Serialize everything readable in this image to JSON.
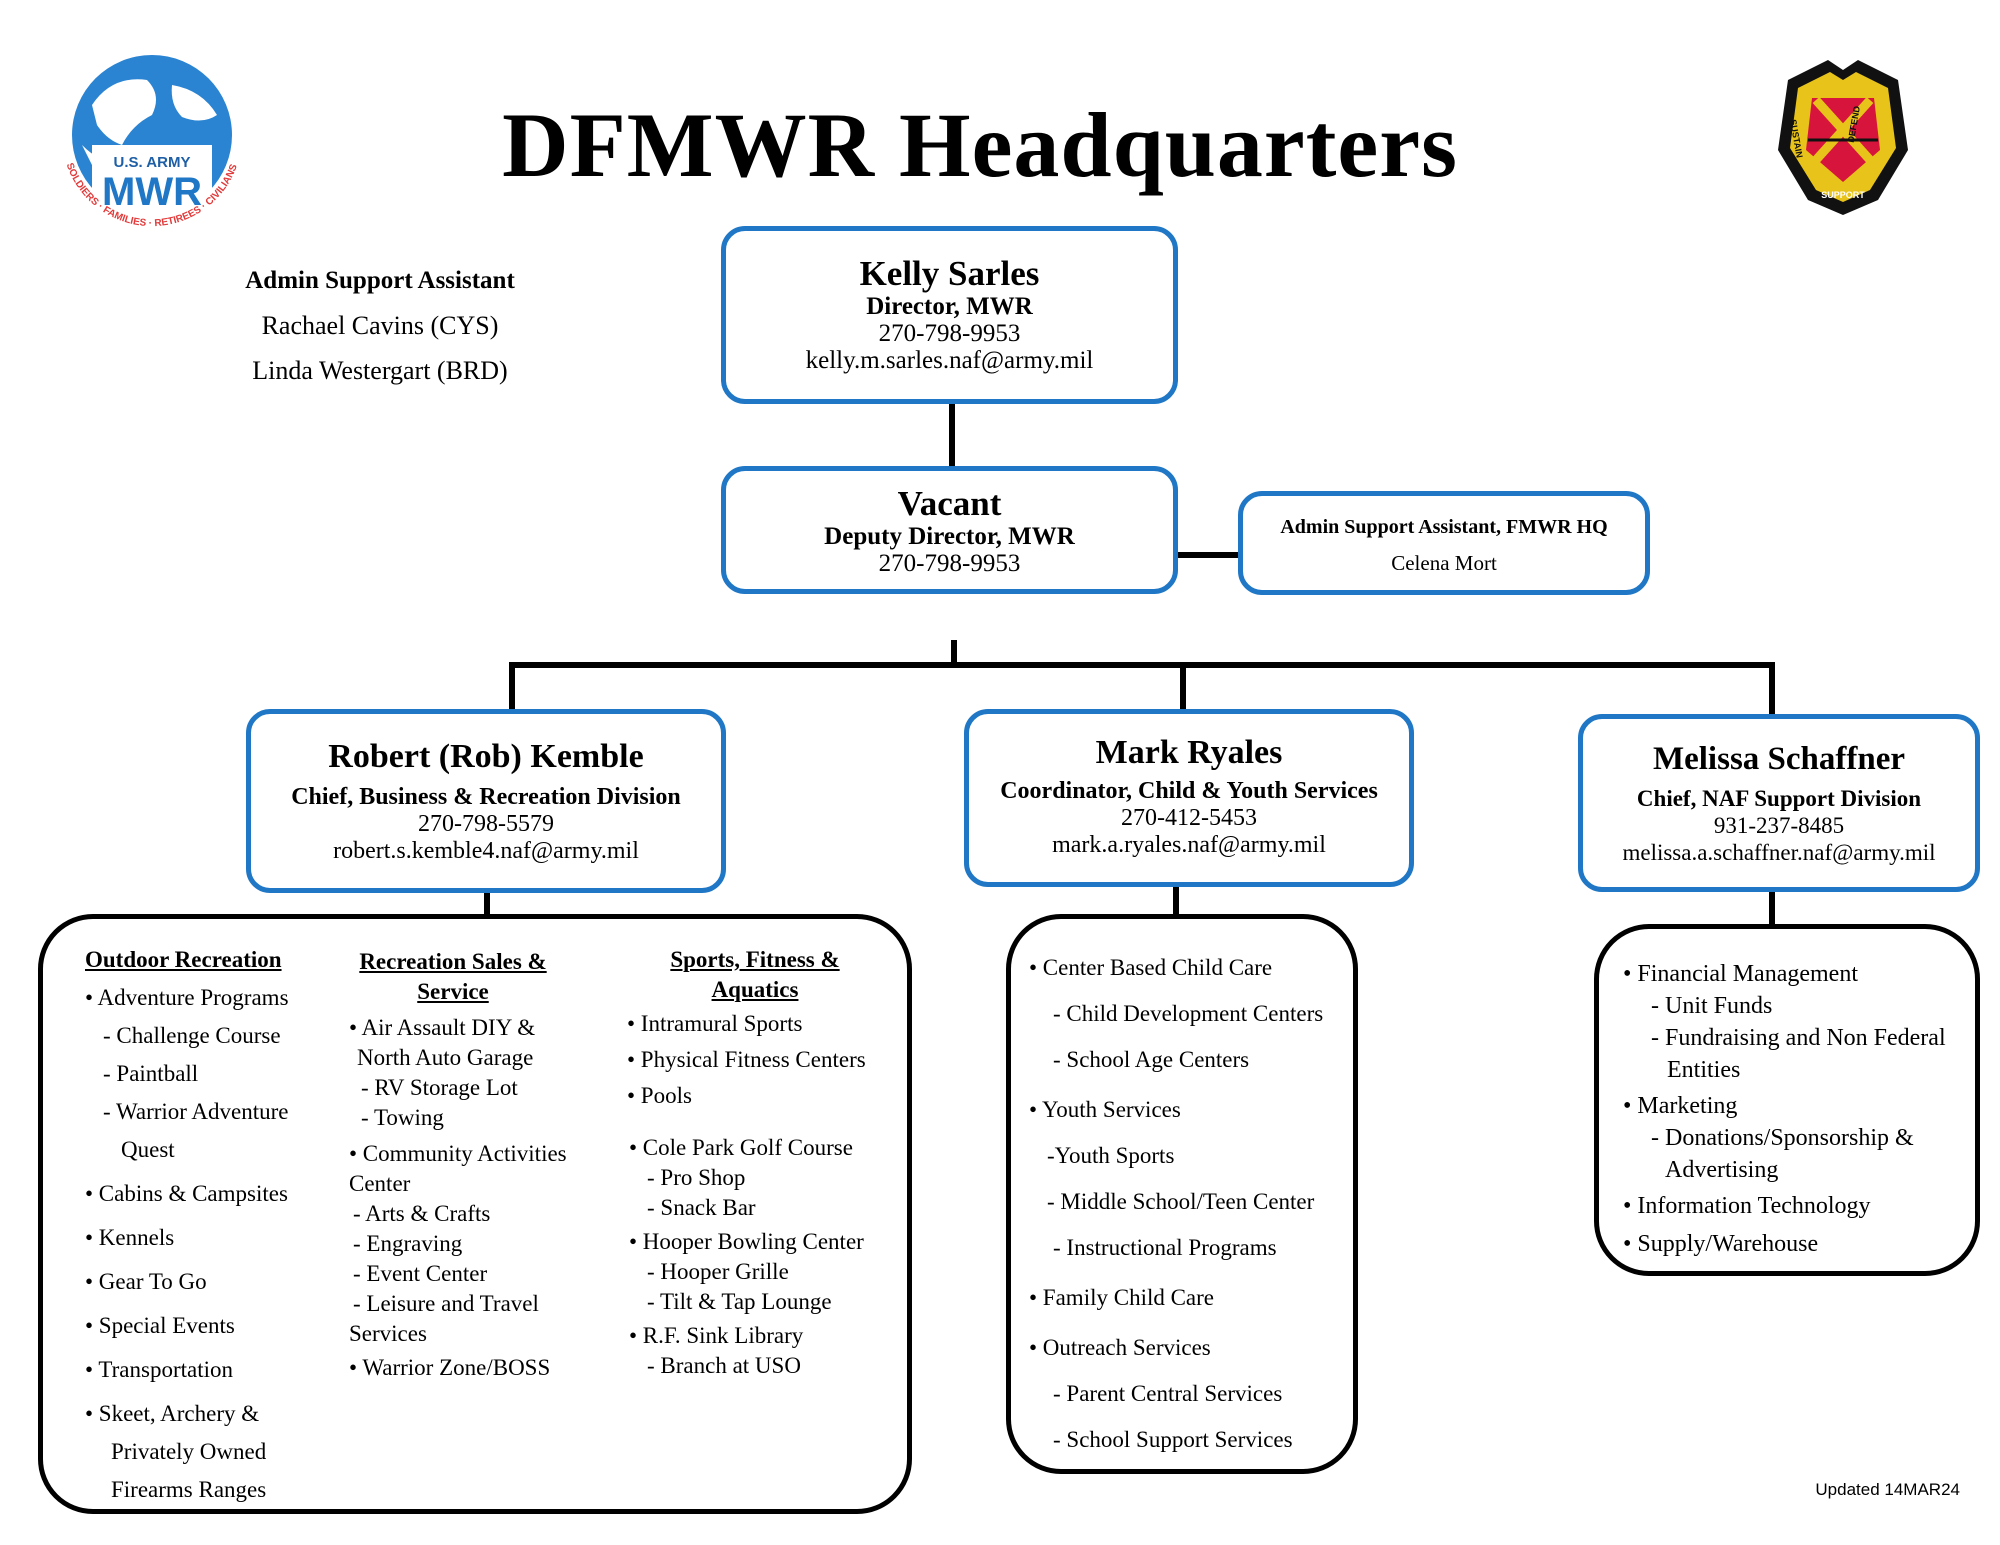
{
  "title": "DFMWR Headquarters",
  "logo_left": {
    "top": "U.S. ARMY",
    "main": "MWR",
    "ring": "SOLDIERS · FAMILIES · RETIREES · CIVILIANS"
  },
  "logo_right": {
    "left": "SUSTAIN",
    "right": "DEFEND",
    "bottom": "SUPPORT"
  },
  "side_admin": {
    "heading": "Admin Support Assistant",
    "line1": "Rachael Cavins (CYS)",
    "line2": "Linda Westergart (BRD)"
  },
  "director": {
    "name": "Kelly Sarles",
    "role": "Director, MWR",
    "phone": "270-798-9953",
    "email": "kelly.m.sarles.naf@army.mil"
  },
  "deputy": {
    "name": "Vacant",
    "role": "Deputy Director, MWR",
    "phone": "270-798-9953"
  },
  "hq_admin": {
    "role": "Admin Support Assistant, FMWR HQ",
    "name": "Celena Mort"
  },
  "brd": {
    "name": "Robert (Rob) Kemble",
    "role": "Chief, Business & Recreation Division",
    "phone": "270-798-5579",
    "email": "robert.s.kemble4.naf@army.mil"
  },
  "cys": {
    "name": "Mark Ryales",
    "role": "Coordinator, Child & Youth Services",
    "phone": "270-412-5453",
    "email": "mark.a.ryales.naf@army.mil"
  },
  "nsd": {
    "name": "Melissa Schaffner",
    "role": "Chief, NAF Support Division",
    "phone": "931-237-8485",
    "email": "melissa.a.schaffner.naf@army.mil"
  },
  "brd_list": {
    "col1_title": "Outdoor Recreation",
    "col1": [
      "• Adventure Programs",
      "- Challenge Course",
      "- Paintball",
      "- Warrior Adventure",
      "Quest",
      "• Cabins & Campsites",
      "• Kennels",
      "• Gear To Go",
      "• Special Events",
      "• Transportation",
      "• Skeet, Archery &",
      "Privately Owned",
      "Firearms Ranges"
    ],
    "col2_title_a": "Recreation Sales &",
    "col2_title_b": "Service",
    "col2": [
      "• Air Assault DIY &",
      "North Auto Garage",
      "- RV Storage Lot",
      "- Towing",
      "• Community Activities",
      "Center",
      "- Arts & Crafts",
      "- Engraving",
      "- Event Center",
      "- Leisure and Travel",
      "Services",
      "• Warrior Zone/BOSS"
    ],
    "col3_title_a": "Sports, Fitness &",
    "col3_title_b": "Aquatics",
    "col3": [
      "• Intramural Sports",
      "• Physical Fitness Centers",
      "• Pools",
      "• Cole Park Golf Course",
      "- Pro Shop",
      "- Snack Bar",
      "• Hooper Bowling Center",
      "- Hooper Grille",
      "- Tilt & Tap Lounge",
      "• R.F. Sink Library",
      "-  Branch at USO"
    ]
  },
  "cys_list": [
    "• Center Based Child Care",
    "- Child Development Centers",
    "- School Age Centers",
    "• Youth Services",
    "-Youth Sports",
    "- Middle School/Teen Center",
    "- Instructional Programs",
    "• Family Child Care",
    "•  Outreach Services",
    "- Parent Central Services",
    "- School Support Services"
  ],
  "nsd_list": [
    "•  Financial Management",
    "- Unit Funds",
    "- Fundraising and Non Federal",
    "Entities",
    "•  Marketing",
    "- Donations/Sponsorship &",
    "Advertising",
    "• Information Technology",
    "• Supply/Warehouse"
  ],
  "updated": "Updated 14MAR24",
  "colors": {
    "box_border": "#1f77c6",
    "globe": "#1f77c6",
    "mwr_red": "#e23a3a",
    "seal_red": "#d7143c",
    "seal_gold": "#e8c31a"
  }
}
